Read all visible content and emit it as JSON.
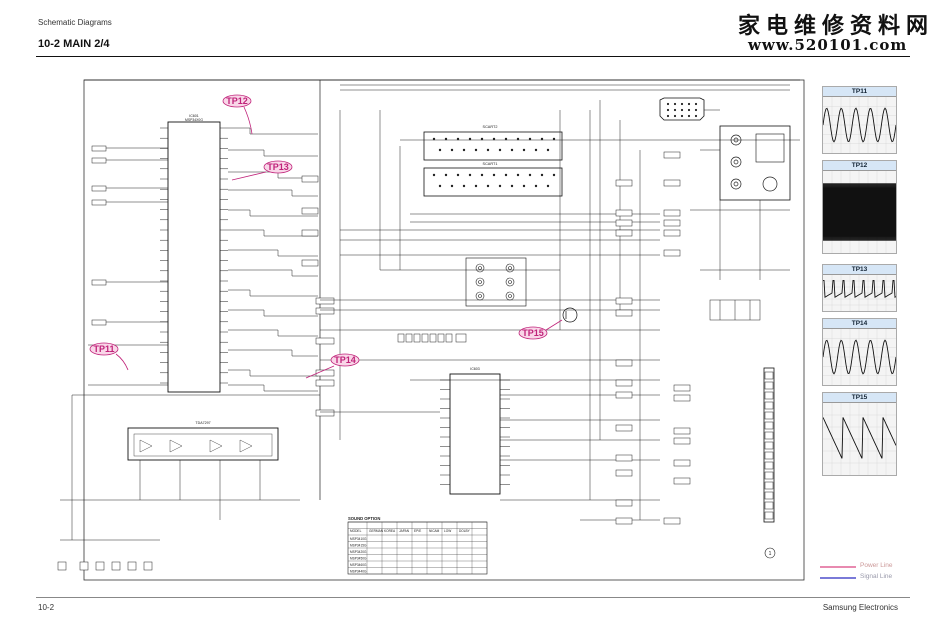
{
  "header": {
    "section_label": "Schematic Diagrams",
    "title": "10-2 MAIN 2/4"
  },
  "watermark": {
    "chinese": "家电维修资料网",
    "url": "www.520101.com"
  },
  "footer": {
    "page_number": "10-2",
    "brand": "Samsung Electronics"
  },
  "test_points": [
    "TP11",
    "TP12",
    "TP13",
    "TP14",
    "TP15"
  ],
  "waveforms": [
    {
      "label": "TP11",
      "shape": "sine"
    },
    {
      "label": "TP12",
      "shape": "dense"
    },
    {
      "label": "TP13",
      "shape": "spike"
    },
    {
      "label": "TP14",
      "shape": "sine"
    },
    {
      "label": "TP15",
      "shape": "saw"
    }
  ],
  "ic_labels": {
    "main_ic_ref": "IC601",
    "main_ic_part": "MSP34X0G",
    "scart1": "SCART2",
    "scart2": "SCART1",
    "sound_ic": "TDA7297",
    "dsp_ic": "IC603"
  },
  "legend": {
    "power_line": "Power Line",
    "signal_line": "Signal Line",
    "power_color": "#e88ab0",
    "signal_color": "#7a7ad8"
  },
  "table": {
    "title": "SOUND OPTION",
    "headers": [
      "MODEL",
      "GERMAN",
      "KOREA",
      "JAPAN",
      "EP/E",
      "NICAM",
      "LOW",
      "DOLBY"
    ],
    "rows": [
      "MSP3410G",
      "MSP3415G",
      "MSP3420G",
      "MSP3450G",
      "MSP3460G",
      "MSP3440G"
    ]
  },
  "marker": "1"
}
